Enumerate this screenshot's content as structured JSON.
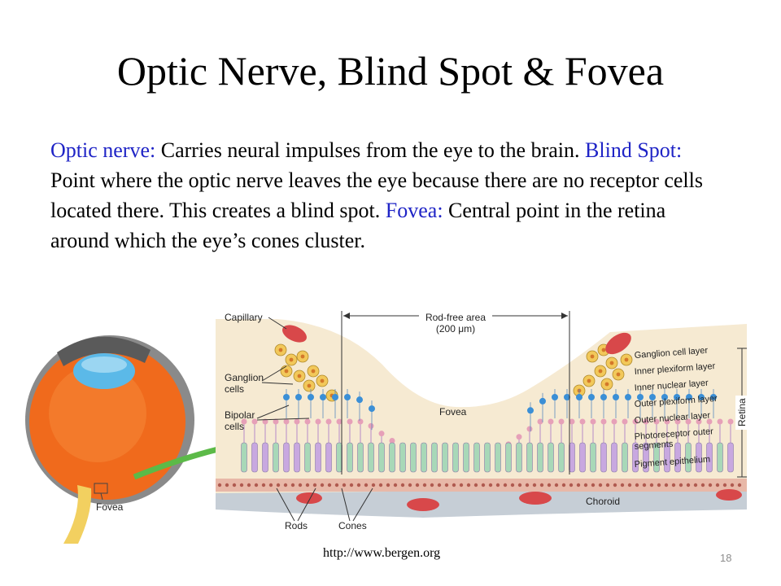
{
  "slide": {
    "title": "Optic Nerve, Blind Spot & Fovea",
    "paragraph": [
      {
        "type": "term",
        "text": "Optic nerve:"
      },
      {
        "type": "text",
        "text": " Carries neural impulses from the eye to the brain. "
      },
      {
        "type": "term",
        "text": "Blind Spot:"
      },
      {
        "type": "text",
        "text": " Point where the optic nerve leaves the eye because there are no receptor cells located there.  This creates a blind spot. "
      },
      {
        "type": "term",
        "text": "Fovea:"
      },
      {
        "type": "text",
        "text": " Central point in the retina around which the eye’s cones cluster."
      }
    ],
    "source": "http://www.bergen.org",
    "page_number": "18"
  },
  "diagram": {
    "labels": {
      "capillary": "Capillary",
      "rod_free_area": "Rod-free area",
      "rod_free_size": "(200 μm)",
      "ganglion_cells": [
        "Ganglion",
        "cells"
      ],
      "bipolar_cells": [
        "Bipolar",
        "cells"
      ],
      "fovea_center": "Fovea",
      "fovea_eye": "Fovea",
      "choroid": "Choroid",
      "rods": "Rods",
      "cones": "Cones",
      "retina": "Retina"
    },
    "layers": [
      "Ganglion cell layer",
      "Inner plexiform layer",
      "Inner nuclear layer",
      "Outer plexiform layer",
      "Outer nuclear layer",
      "Photoreceptor outer",
      "segments",
      "Pigment epithelium"
    ],
    "colors": {
      "term": "#1f24c6",
      "retina_tissue": "#f6ead2",
      "ganglion": "#f2c85a",
      "bipolar": "#3b8fd6",
      "rod": "#c8a8e0",
      "cone": "#a8d8b8",
      "blood_cell": "#d8484a",
      "eye_orange": "#f06a1c",
      "arrow": "#5cba48"
    }
  }
}
